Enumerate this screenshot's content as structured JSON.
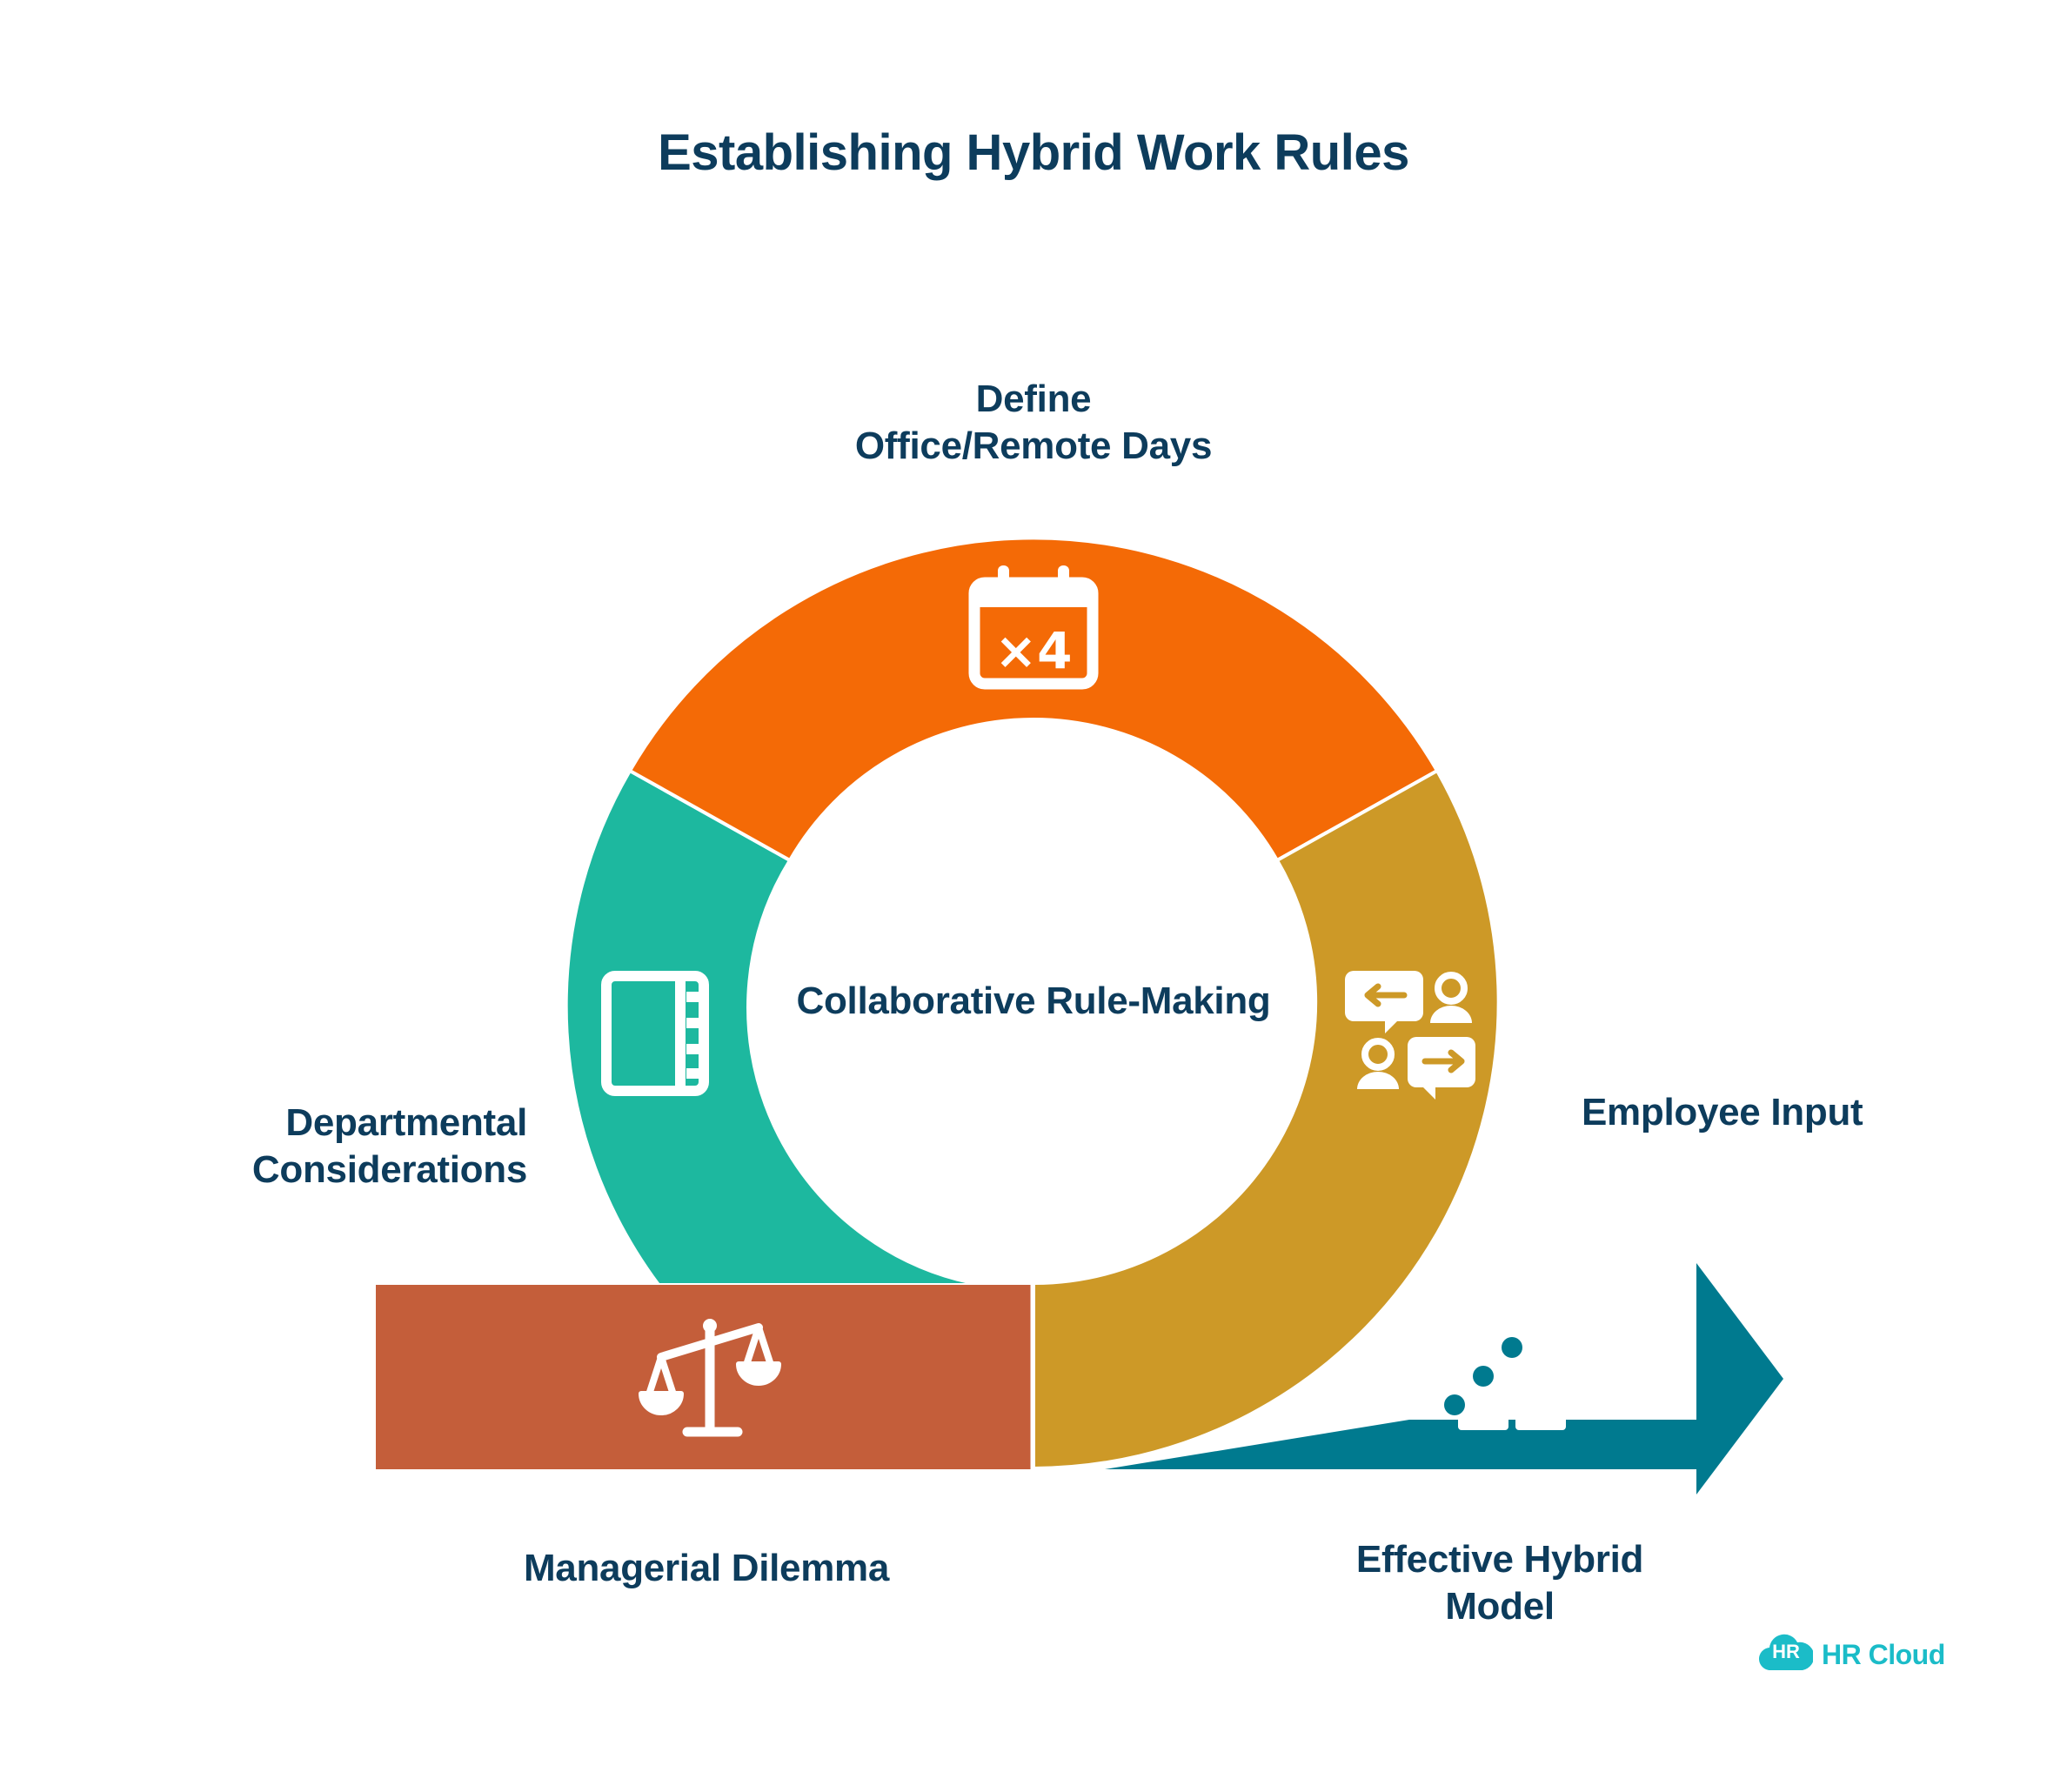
{
  "title": "Establishing Hybrid Work Rules",
  "center_label": "Collaborative Rule-Making",
  "steps": {
    "define": {
      "line1": "Define",
      "line2": "Office/Remote Days",
      "color": "#f46a06",
      "icon": "calendar-x4-icon",
      "icon_text": "×4"
    },
    "employee": {
      "line1": "Employee Input",
      "color": "#cd9927",
      "icon": "conversation-icon"
    },
    "departmental": {
      "line1": "Departmental",
      "line2": "Considerations",
      "color": "#1db89f",
      "icon": "notebook-icon"
    },
    "managerial": {
      "line1": "Managerial Dilemma",
      "color": "#c45e3a",
      "icon": "balance-scale-icon"
    },
    "effective": {
      "line1": "Effective Hybrid",
      "line2": "Model",
      "color": "#007a8f",
      "icon": "puzzle-icon"
    }
  },
  "logo": {
    "badge": "HR",
    "text": "HR Cloud",
    "color": "#1bbcc8"
  }
}
